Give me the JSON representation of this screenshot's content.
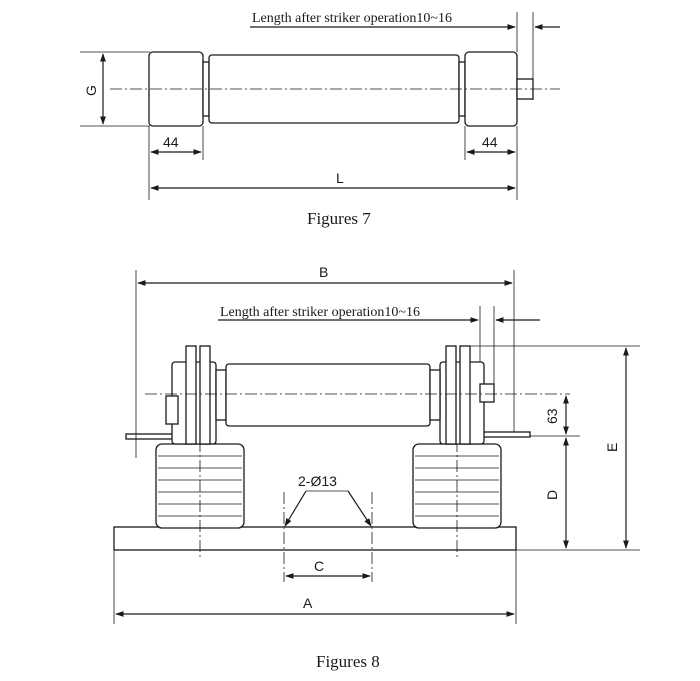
{
  "figure7": {
    "caption": "Figures 7",
    "note": "Length after striker operation10~16",
    "dims": {
      "g": "G",
      "left_cap": "44",
      "right_cap": "44",
      "length": "L"
    }
  },
  "figure8": {
    "caption": "Figures 8",
    "note": "Length after striker operation10~16",
    "dims": {
      "b": "B",
      "holes": "2-Ø13",
      "c": "C",
      "a": "A",
      "d": "D",
      "e": "E",
      "offset": "63"
    }
  }
}
